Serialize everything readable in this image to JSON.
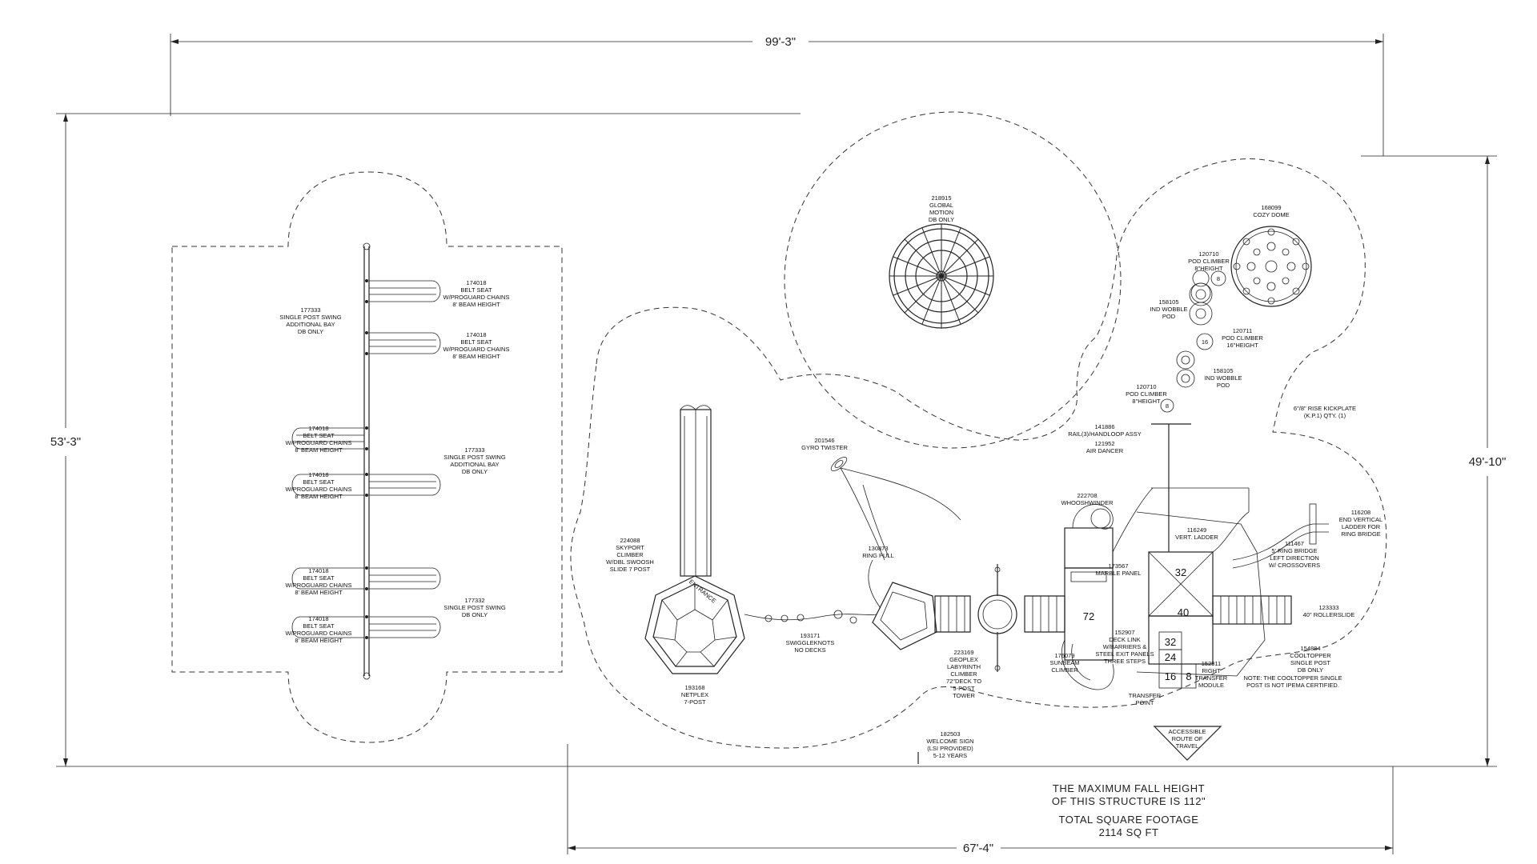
{
  "dimensions": {
    "top_width": "99'-3\"",
    "left_height": "53'-3\"",
    "right_height": "49'-10\"",
    "bottom_width": "67'-4\""
  },
  "notes": {
    "fall_height_1": "THE MAXIMUM FALL HEIGHT",
    "fall_height_2": "OF THIS STRUCTURE IS 112\"",
    "sqft_1": "TOTAL SQUARE FOOTAGE",
    "sqft_2": "2114 SQ FT"
  },
  "swing_labels": [
    [
      "174018",
      "BELT SEAT",
      "W/PROGUARD CHAINS",
      "8' BEAM HEIGHT"
    ],
    [
      "174018",
      "BELT SEAT",
      "W/PROGUARD CHAINS",
      "8' BEAM HEIGHT"
    ],
    [
      "177333",
      "SINGLE POST SWING",
      "ADDITIONAL BAY",
      "DB ONLY"
    ],
    [
      "174018",
      "BELT SEAT",
      "W/PROGUARD CHAINS",
      "8' BEAM HEIGHT"
    ],
    [
      "174018",
      "BELT SEAT",
      "W/PROGUARD CHAINS",
      "8' BEAM HEIGHT"
    ],
    [
      "174018",
      "BELT SEAT",
      "W/PROGUARD CHAINS",
      "8' BEAM HEIGHT"
    ],
    [
      "177332",
      "SINGLE POST SWING",
      "DB ONLY"
    ],
    [
      "174018",
      "BELT SEAT",
      "W/PROGUARD CHAINS",
      "8' BEAM HEIGHT"
    ],
    [
      "177333",
      "SINGLE POST SWING",
      "ADDITIONAL BAY",
      "DB ONLY"
    ]
  ],
  "component_labels": [
    [
      "218915",
      "GLOBAL",
      "MOTION",
      "DB ONLY"
    ],
    [
      "168099",
      "COZY DOME"
    ],
    [
      "120710",
      "POD CLIMBER",
      "8\"HEIGHT"
    ],
    [
      "158105",
      "IND WOBBLE",
      "POD"
    ],
    [
      "120711",
      "POD CLIMBER",
      "16\"HEIGHT"
    ],
    [
      "158105",
      "IND WOBBLE",
      "POD"
    ],
    [
      "120710",
      "POD CLIMBER",
      "8\"HEIGHT"
    ],
    [
      "141886",
      "RAIL(3)/HANDLOOP ASSY"
    ],
    [
      "121952",
      "AIR DANCER"
    ],
    [
      "6\"/8\" RISE KICKPLATE",
      "(K.P.1) QTY. (1)"
    ],
    [
      "201546",
      "GYRO TWISTER"
    ],
    [
      "222708",
      "WHOOSHWINDER"
    ],
    [
      "116249",
      "VERT. LADDER"
    ],
    [
      "116208",
      "END VERTICAL",
      "LADDER FOR",
      "RING BRIDGE"
    ],
    [
      "111467",
      "5' RING BRIDGE",
      "LEFT DIRECTION",
      "W/ CROSSOVERS"
    ],
    [
      "224088",
      "SKYPORT",
      "CLIMBER",
      "W/DBL SWOOSH",
      "SLIDE 7 POST"
    ],
    [
      "130873",
      "RING PULL"
    ],
    [
      "173567",
      "MARBLE PANEL"
    ],
    [
      "123333",
      "40\" ROLLERSLIDE"
    ],
    [
      "193171",
      "SWIGGLEKNOTS",
      "NO DECKS"
    ],
    [
      "152907",
      "DECK LINK",
      "W/BARRIERS &",
      "STEEL EXIT PANELS",
      "THREE STEPS"
    ],
    [
      "154884",
      "COOLTOPPER",
      "SINGLE POST",
      "DB ONLY"
    ],
    [
      "NOTE: THE COOLTOPPER SINGLE",
      "POST IS NOT IPEMA CERTIFIED."
    ],
    [
      "223169",
      "GEOPLEX",
      "LABYRINTH",
      "CLIMBER",
      "72\"DECK TO",
      "5-POST",
      "TOWER"
    ],
    [
      "176079",
      "SUNBEAM",
      "CLIMBER"
    ],
    [
      "152911",
      "RIGHT",
      "TRANSFER",
      "MODULE"
    ],
    [
      "TRANSFER",
      "POINT"
    ],
    [
      "193168",
      "NETPLEX",
      "7-POST"
    ],
    [
      "182503",
      "WELCOME SIGN",
      "(LSI PROVIDED)",
      "5-12 YEARS"
    ],
    [
      "ACCESSIBLE",
      "ROUTE OF",
      "TRAVEL"
    ]
  ],
  "deck_heights": [
    "72",
    "32",
    "40",
    "32",
    "24",
    "16",
    "8",
    "16",
    "8",
    "8"
  ],
  "entrance_text": "ENTRANCE"
}
